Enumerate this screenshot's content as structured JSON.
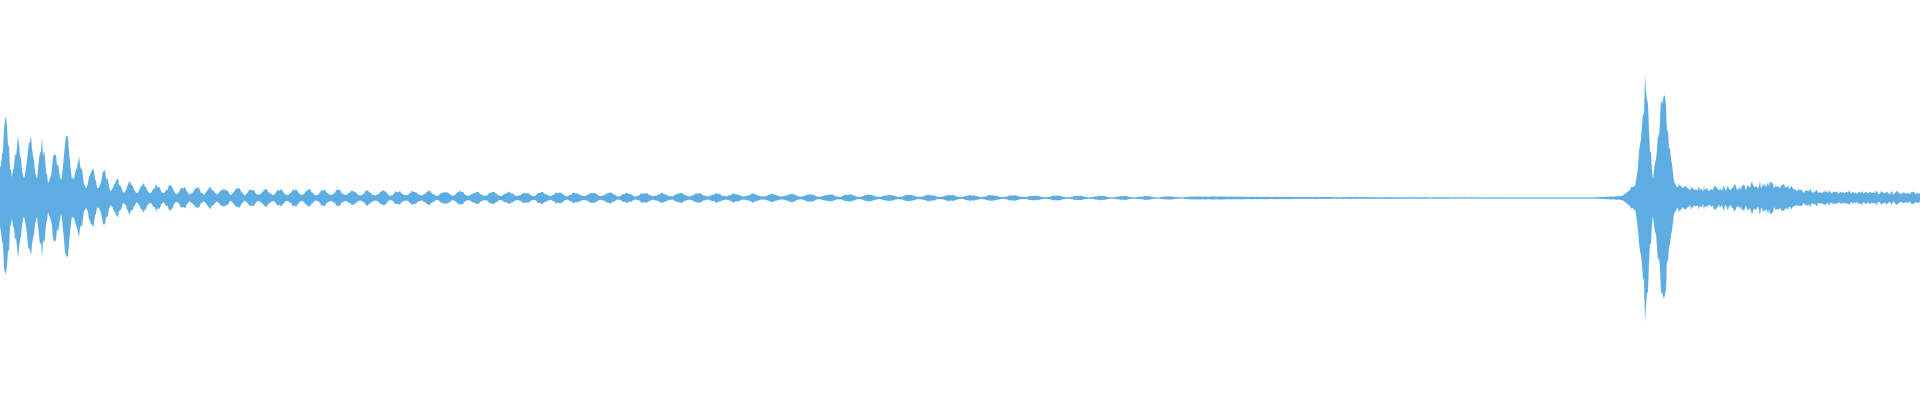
{
  "waveform": {
    "color": "#5dade2",
    "background": "#ffffff",
    "description_hidden": "",
    "envelope": [
      {
        "t": 0.0,
        "a": 0.48
      },
      {
        "t": 0.004,
        "a": 0.42
      },
      {
        "t": 0.01,
        "a": 0.3
      },
      {
        "t": 0.018,
        "a": 0.38
      },
      {
        "t": 0.026,
        "a": 0.25
      },
      {
        "t": 0.035,
        "a": 0.36
      },
      {
        "t": 0.044,
        "a": 0.18
      },
      {
        "t": 0.053,
        "a": 0.16
      },
      {
        "t": 0.062,
        "a": 0.1
      },
      {
        "t": 0.075,
        "a": 0.08
      },
      {
        "t": 0.09,
        "a": 0.07
      },
      {
        "t": 0.11,
        "a": 0.06
      },
      {
        "t": 0.14,
        "a": 0.05
      },
      {
        "t": 0.18,
        "a": 0.045
      },
      {
        "t": 0.22,
        "a": 0.04
      },
      {
        "t": 0.26,
        "a": 0.035
      },
      {
        "t": 0.3,
        "a": 0.032
      },
      {
        "t": 0.35,
        "a": 0.028
      },
      {
        "t": 0.4,
        "a": 0.024
      },
      {
        "t": 0.45,
        "a": 0.02
      },
      {
        "t": 0.5,
        "a": 0.018
      },
      {
        "t": 0.55,
        "a": 0.014
      },
      {
        "t": 0.6,
        "a": 0.01
      },
      {
        "t": 0.65,
        "a": 0.007
      },
      {
        "t": 0.7,
        "a": 0.005
      },
      {
        "t": 0.75,
        "a": 0.004
      },
      {
        "t": 0.8,
        "a": 0.003
      },
      {
        "t": 0.83,
        "a": 0.003
      },
      {
        "t": 0.845,
        "a": 0.012
      },
      {
        "t": 0.852,
        "a": 0.08
      },
      {
        "t": 0.857,
        "a": 0.66
      },
      {
        "t": 0.861,
        "a": 0.1
      },
      {
        "t": 0.866,
        "a": 0.62
      },
      {
        "t": 0.872,
        "a": 0.08
      },
      {
        "t": 0.88,
        "a": 0.06
      },
      {
        "t": 0.9,
        "a": 0.07
      },
      {
        "t": 0.922,
        "a": 0.1
      },
      {
        "t": 0.94,
        "a": 0.05
      },
      {
        "t": 0.97,
        "a": 0.04
      },
      {
        "t": 1.0,
        "a": 0.035
      }
    ]
  }
}
